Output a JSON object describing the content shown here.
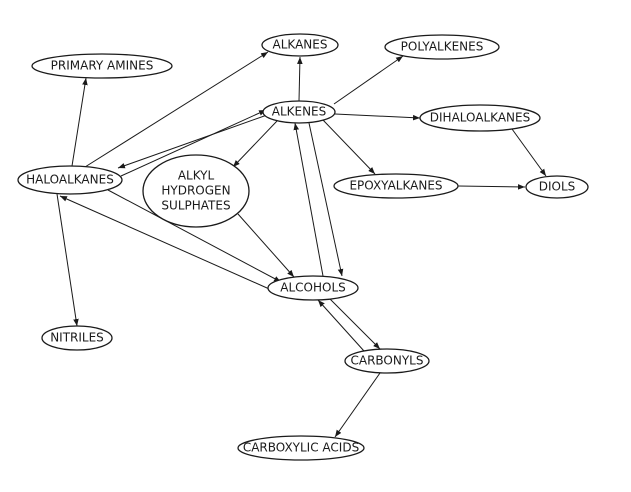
{
  "nodes": {
    "alkanes": "ALKANES",
    "polyalkenes": "POLYALKENES",
    "primary_amines": "PRIMARY AMINES",
    "alkenes": "ALKENES",
    "dihaloalkanes": "DIHALOALKANES",
    "haloalkanes": "HALOALKANES",
    "alkyl_hydrogen_sulphates": [
      "ALKYL",
      "HYDROGEN",
      "SULPHATES"
    ],
    "epoxyalkanes": "EPOXYALKANES",
    "diols": "DIOLS",
    "alcohols": "ALCOHOLS",
    "nitriles": "NITRILES",
    "carbonyls": "CARBONYLS",
    "carboxylic_acids": "CARBOXYLIC ACIDS"
  },
  "edges": [
    {
      "from": "alkenes",
      "to": "alkanes"
    },
    {
      "from": "alkenes",
      "to": "polyalkenes"
    },
    {
      "from": "alkenes",
      "to": "dihaloalkanes"
    },
    {
      "from": "alkenes",
      "to": "epoxyalkanes"
    },
    {
      "from": "alkenes",
      "to": "alkyl_hydrogen_sulphates"
    },
    {
      "from": "alkenes",
      "to": "haloalkanes"
    },
    {
      "from": "haloalkanes",
      "to": "alkenes"
    },
    {
      "from": "alkenes",
      "to": "alcohols"
    },
    {
      "from": "alcohols",
      "to": "alkenes"
    },
    {
      "from": "haloalkanes",
      "to": "alkanes"
    },
    {
      "from": "haloalkanes",
      "to": "primary_amines"
    },
    {
      "from": "haloalkanes",
      "to": "nitriles"
    },
    {
      "from": "haloalkanes",
      "to": "alcohols"
    },
    {
      "from": "alcohols",
      "to": "haloalkanes"
    },
    {
      "from": "alkyl_hydrogen_sulphates",
      "to": "alcohols"
    },
    {
      "from": "dihaloalkanes",
      "to": "diols"
    },
    {
      "from": "epoxyalkanes",
      "to": "diols"
    },
    {
      "from": "alcohols",
      "to": "carbonyls"
    },
    {
      "from": "carbonyls",
      "to": "alcohols"
    },
    {
      "from": "carbonyls",
      "to": "carboxylic_acids"
    }
  ]
}
